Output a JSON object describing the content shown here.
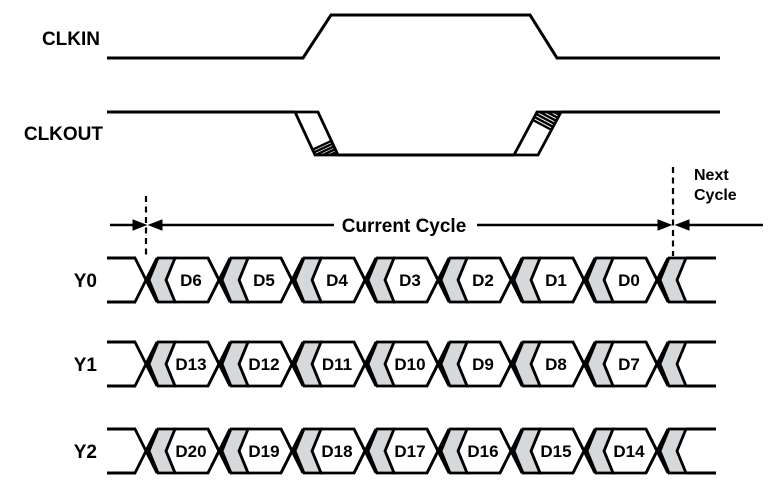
{
  "diagram": {
    "colors": {
      "background": "#ffffff",
      "line": "#000000",
      "transition_fill": "#d6d9db",
      "data_valid_fill": "#ffffff"
    },
    "clock_signals": [
      {
        "label": "CLKIN",
        "shape": "low-high-low",
        "hatched_transitions": false
      },
      {
        "label": "CLKOUT",
        "shape": "high-low-high",
        "hatched_transitions": true
      }
    ],
    "cycle_markers": {
      "current_label": "Current Cycle",
      "next_line1": "Next",
      "next_line2": "Cycle"
    },
    "bus_signals": [
      {
        "label": "Y0",
        "cells": [
          "D6",
          "D5",
          "D4",
          "D3",
          "D2",
          "D1",
          "D0"
        ]
      },
      {
        "label": "Y1",
        "cells": [
          "D13",
          "D12",
          "D11",
          "D10",
          "D9",
          "D8",
          "D7"
        ]
      },
      {
        "label": "Y2",
        "cells": [
          "D20",
          "D19",
          "D18",
          "D17",
          "D16",
          "D15",
          "D14"
        ]
      }
    ]
  }
}
